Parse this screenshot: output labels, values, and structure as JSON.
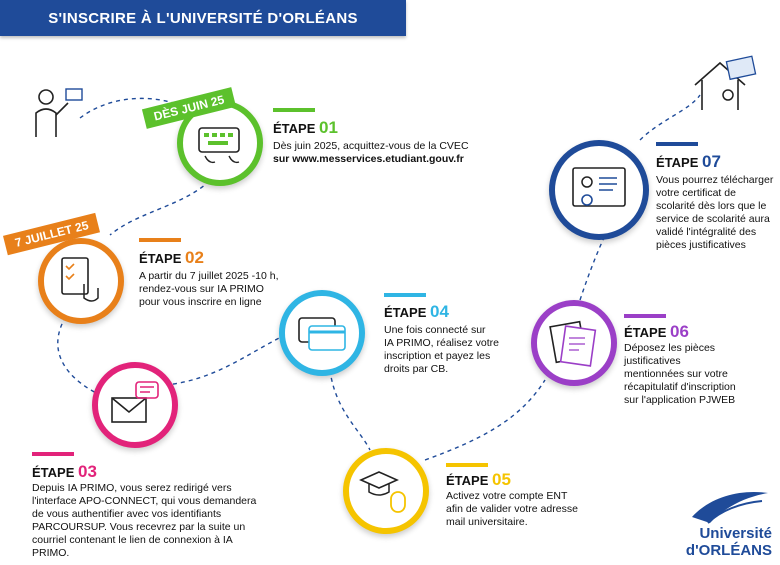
{
  "title": "S'INSCRIRE À L'UNIVERSITÉ D'ORLÉANS",
  "colors": {
    "banner": "#1f4b99",
    "s1": "#5cc12c",
    "s2": "#e8801a",
    "s3": "#e2237a",
    "s4": "#2fb5e4",
    "s5": "#f5c400",
    "s6": "#9b3fc7",
    "s7": "#1f4b99"
  },
  "ribbons": {
    "r1": "DÈS JUIN 25",
    "r2": "7 JUILLET 25"
  },
  "steps": {
    "s1": {
      "label": "ÉTAPE",
      "num": "01",
      "lines": [
        "Dès juin 2025, acquittez-vous de la CVEC",
        "sur www.messervices.etudiant.gouv.fr"
      ]
    },
    "s2": {
      "label": "ÉTAPE",
      "num": "02",
      "lines": [
        "A partir du 7 juillet 2025 -10 h,",
        "rendez-vous sur IA PRIMO",
        "pour vous inscrire en ligne"
      ]
    },
    "s3": {
      "label": "ÉTAPE",
      "num": "03",
      "lines": [
        "Depuis IA PRIMO, vous serez redirigé vers",
        "l'interface APO-CONNECT, qui vous demandera",
        "de vous authentifier avec vos identifiants",
        "PARCOURSUP. Vous recevrez par la suite un",
        "courriel contenant le lien de connexion à IA",
        "PRIMO."
      ]
    },
    "s4": {
      "label": "ÉTAPE",
      "num": "04",
      "lines": [
        "Une fois connecté sur",
        "IA PRIMO, réalisez votre",
        "inscription et payez les",
        "droits par CB."
      ]
    },
    "s5": {
      "label": "ÉTAPE",
      "num": "05",
      "lines": [
        "Activez votre compte ENT",
        "afin de valider votre adresse",
        "mail universitaire."
      ]
    },
    "s6": {
      "label": "ÉTAPE",
      "num": "06",
      "lines": [
        "Déposez les pièces",
        "justificatives",
        "mentionnées sur votre",
        "récapitulatif d'inscription",
        "sur l'application PJWEB"
      ]
    },
    "s7": {
      "label": "ÉTAPE",
      "num": "07",
      "lines": [
        "Vous pourrez télécharger",
        "votre certificat de",
        "scolarité dès lors que le",
        "service de scolarité aura",
        "validé l'intégralité des",
        "pièces justificatives"
      ]
    }
  },
  "logo": {
    "line1": "Université",
    "line2": "d'ORLÉANS"
  }
}
